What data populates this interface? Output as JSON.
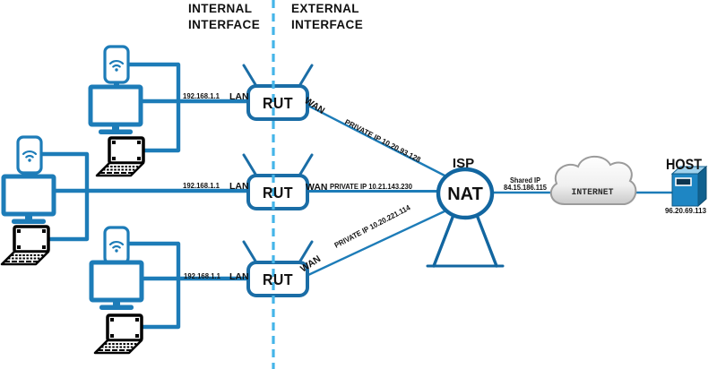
{
  "header": {
    "internal_line1": "INTERNAL",
    "internal_line2": "INTERFACE",
    "external_line1": "EXTERNAL",
    "external_line2": "INTERFACE"
  },
  "routers": [
    {
      "label": "RUT",
      "lan_ip": "192.168.1.1",
      "lan_label": "LAN",
      "wan_label": "WAN",
      "wan_ip_label": "PRIVATE IP 10.20.93.128"
    },
    {
      "label": "RUT",
      "lan_ip": "192.168.1.1",
      "lan_label": "LAN",
      "wan_label": "WAN",
      "wan_ip_label": "PRIVATE IP 10.21.143.230"
    },
    {
      "label": "RUT",
      "lan_ip": "192.168.1.1",
      "lan_label": "LAN",
      "wan_label": "WAN",
      "wan_ip_label": "PRIVATE IP 10.20.221.114"
    }
  ],
  "isp": {
    "label": "ISP",
    "node_label": "NAT"
  },
  "shared_ip": {
    "line1": "Shared IP",
    "line2": "84.15.186.115"
  },
  "internet": {
    "label": "INTERNET"
  },
  "host": {
    "label": "HOST",
    "ip": "96.20.69.113"
  },
  "icons": [
    "smartphone-icon",
    "desktop-monitor-icon",
    "laptop-icon",
    "router-icon",
    "nat-tower-icon",
    "internet-cloud-icon",
    "server-icon"
  ],
  "colors": {
    "line_blue": "#1d7cb8",
    "router_border": "#1a6da6",
    "nat_border": "#1266a0",
    "divider_dash": "#45b5e8",
    "laptop_black": "#000000",
    "server_front": "#1e86c4",
    "server_side": "#11618f",
    "cloud_stroke": "#9b9b9b"
  }
}
